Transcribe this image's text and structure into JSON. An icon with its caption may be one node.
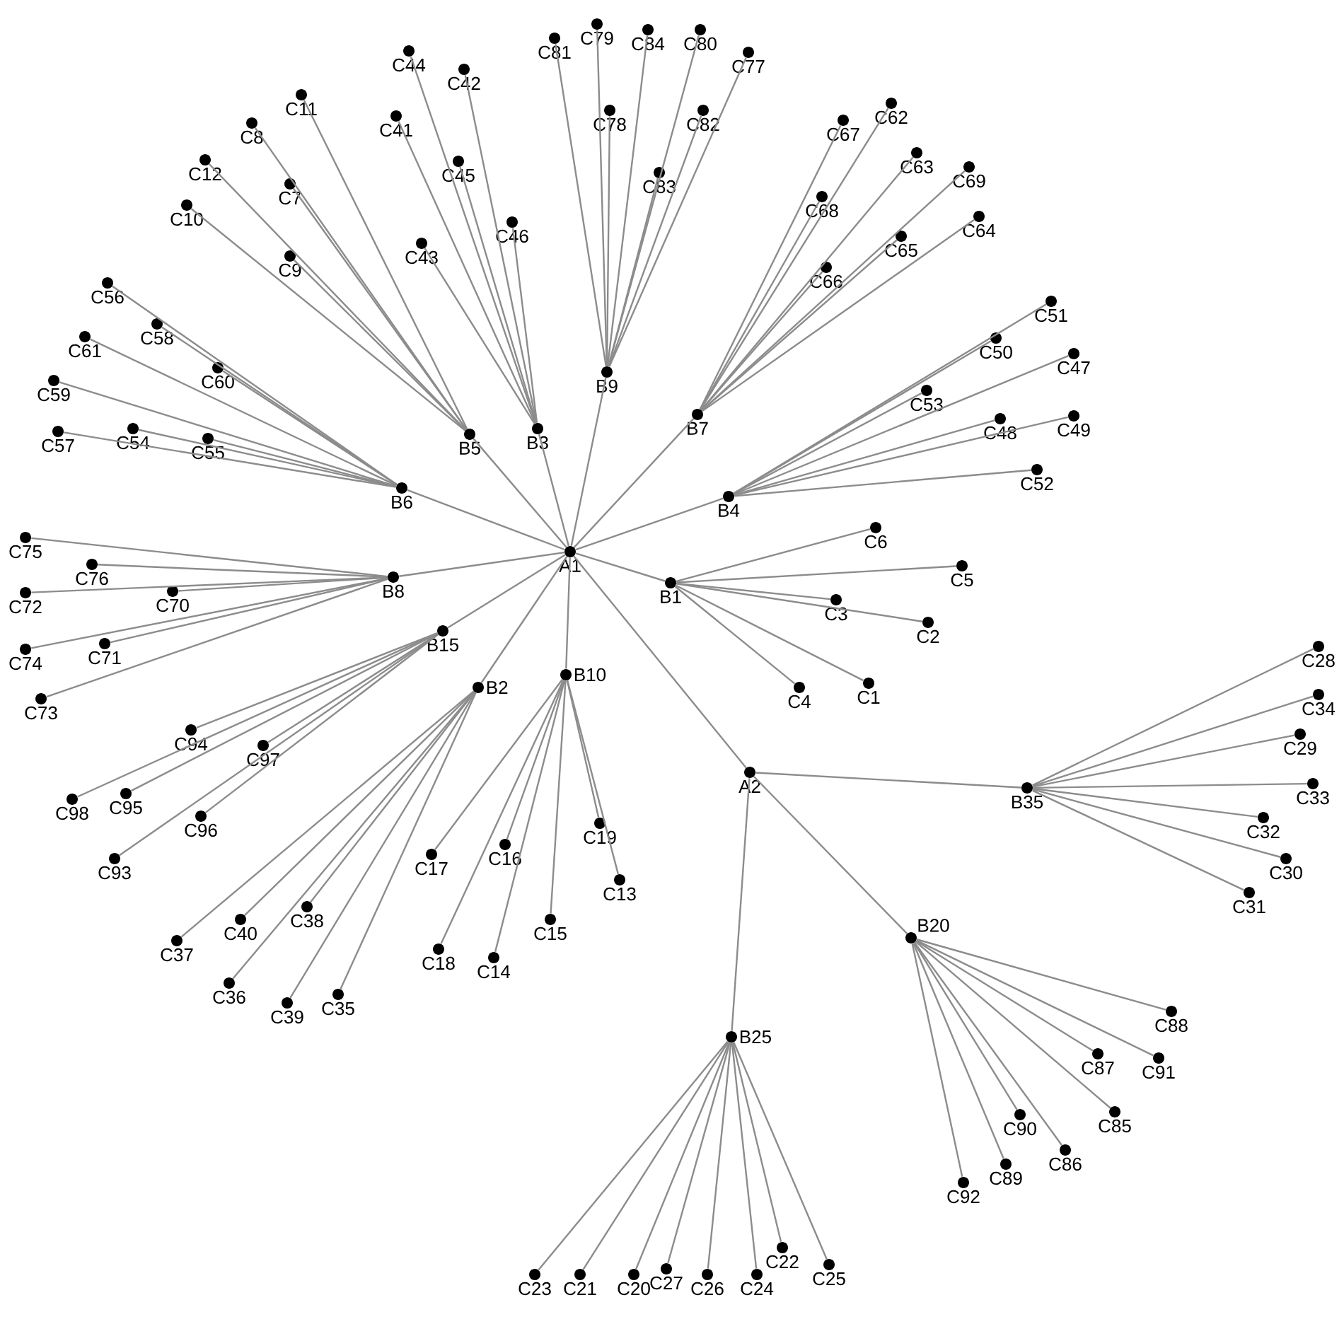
{
  "diagram": {
    "nodes": [
      {
        "text": [
          "A1"
        ]
      },
      {
        "text": [
          "A2"
        ]
      },
      {
        "text": [
          "B1"
        ]
      },
      {
        "text": [
          "B2"
        ]
      },
      {
        "text": [
          "B3"
        ]
      },
      {
        "text": [
          "B4"
        ]
      },
      {
        "text": [
          "B5"
        ]
      },
      {
        "text": [
          "B6"
        ]
      },
      {
        "text": [
          "B7"
        ]
      },
      {
        "text": [
          "B8"
        ]
      },
      {
        "text": [
          "B9"
        ]
      },
      {
        "text": [
          "B10"
        ]
      },
      {
        "text": [
          "B15"
        ]
      },
      {
        "text": [
          "B20"
        ]
      },
      {
        "text": [
          "B25"
        ]
      },
      {
        "text": [
          "B35"
        ]
      },
      {
        "text": [
          "C1"
        ]
      },
      {
        "text": [
          "C2"
        ]
      },
      {
        "text": [
          "C3"
        ]
      },
      {
        "text": [
          "C4"
        ]
      },
      {
        "text": [
          "C5"
        ]
      },
      {
        "text": [
          "C6"
        ]
      },
      {
        "text": [
          "C7"
        ]
      },
      {
        "text": [
          "C8"
        ]
      },
      {
        "text": [
          "C9"
        ]
      },
      {
        "text": [
          "C10"
        ]
      },
      {
        "text": [
          "C11"
        ]
      },
      {
        "text": [
          "C12"
        ]
      },
      {
        "text": [
          "C13"
        ]
      },
      {
        "text": [
          "C14"
        ]
      },
      {
        "text": [
          "C15"
        ]
      },
      {
        "text": [
          "C16"
        ]
      },
      {
        "text": [
          "C17"
        ]
      },
      {
        "text": [
          "C18"
        ]
      },
      {
        "text": [
          "C19"
        ]
      },
      {
        "text": [
          "C20"
        ]
      },
      {
        "text": [
          "C21"
        ]
      },
      {
        "text": [
          "C22"
        ]
      },
      {
        "text": [
          "C23"
        ]
      },
      {
        "text": [
          "C24"
        ]
      },
      {
        "text": [
          "C25"
        ]
      },
      {
        "text": [
          "C26"
        ]
      },
      {
        "text": [
          "C27"
        ]
      },
      {
        "text": [
          "C28"
        ]
      },
      {
        "text": [
          "C29"
        ]
      },
      {
        "text": [
          "C30"
        ]
      },
      {
        "text": [
          "C31"
        ]
      },
      {
        "text": [
          "C32"
        ]
      },
      {
        "text": [
          "C33"
        ]
      },
      {
        "text": [
          "C34"
        ]
      },
      {
        "text": [
          "C35"
        ]
      },
      {
        "text": [
          "C36"
        ]
      },
      {
        "text": [
          "C37"
        ]
      },
      {
        "text": [
          "C38"
        ]
      },
      {
        "text": [
          "C39"
        ]
      },
      {
        "text": [
          "C40"
        ]
      },
      {
        "text": [
          "C41"
        ]
      },
      {
        "text": [
          "C42"
        ]
      },
      {
        "text": [
          "C43"
        ]
      },
      {
        "text": [
          "C44"
        ]
      },
      {
        "text": [
          "C45"
        ]
      },
      {
        "text": [
          "C46"
        ]
      },
      {
        "text": [
          "C47"
        ]
      },
      {
        "text": [
          "C48"
        ]
      },
      {
        "text": [
          "C49"
        ]
      },
      {
        "text": [
          "C50"
        ]
      },
      {
        "text": [
          "C51"
        ]
      },
      {
        "text": [
          "C52"
        ]
      },
      {
        "text": [
          "C53"
        ]
      },
      {
        "text": [
          "C54"
        ]
      },
      {
        "text": [
          "C55"
        ]
      },
      {
        "text": [
          "C56"
        ]
      },
      {
        "text": [
          "C57"
        ]
      },
      {
        "text": [
          "C58"
        ]
      },
      {
        "text": [
          "C59"
        ]
      },
      {
        "text": [
          "C60"
        ]
      },
      {
        "text": [
          "C61"
        ]
      },
      {
        "text": [
          "C62"
        ]
      },
      {
        "text": [
          "C63"
        ]
      },
      {
        "text": [
          "C64"
        ]
      },
      {
        "text": [
          "C65"
        ]
      },
      {
        "text": [
          "C66"
        ]
      },
      {
        "text": [
          "C67"
        ]
      },
      {
        "text": [
          "C68"
        ]
      },
      {
        "text": [
          "C69"
        ]
      },
      {
        "text": [
          "C70"
        ]
      },
      {
        "text": [
          "C71"
        ]
      },
      {
        "text": [
          "C72"
        ]
      },
      {
        "text": [
          "C73"
        ]
      },
      {
        "text": [
          "C74"
        ]
      },
      {
        "text": [
          "C75"
        ]
      },
      {
        "text": [
          "C76"
        ]
      },
      {
        "text": [
          "C77"
        ]
      },
      {
        "text": [
          "C78"
        ]
      },
      {
        "text": [
          "C79"
        ]
      },
      {
        "text": [
          "C80"
        ]
      },
      {
        "text": [
          "C81"
        ]
      },
      {
        "text": [
          "C82"
        ]
      },
      {
        "text": [
          "C83"
        ]
      },
      {
        "text": [
          "C84"
        ]
      },
      {
        "text": [
          "C85"
        ]
      },
      {
        "text": [
          "C86"
        ]
      },
      {
        "text": [
          "C87"
        ]
      },
      {
        "text": [
          "C88"
        ]
      },
      {
        "text": [
          "C89"
        ]
      },
      {
        "text": [
          "C90"
        ]
      },
      {
        "text": [
          "C91"
        ]
      },
      {
        "text": [
          "C92"
        ]
      },
      {
        "text": [
          "C93"
        ]
      },
      {
        "text": [
          "C94"
        ]
      },
      {
        "text": [
          "C95"
        ]
      },
      {
        "text": [
          "C96"
        ]
      },
      {
        "text": [
          "C97"
        ]
      },
      {
        "text": [
          "C98"
        ]
      }
    ],
    "edges": [
      {
        "from": 0,
        "to": 2,
        "arrow": "none"
      },
      {
        "from": 0,
        "to": 3,
        "arrow": "none"
      },
      {
        "from": 0,
        "to": 4,
        "arrow": "none"
      },
      {
        "from": 0,
        "to": 5,
        "arrow": "none"
      },
      {
        "from": 0,
        "to": 6,
        "arrow": "none"
      },
      {
        "from": 0,
        "to": 7,
        "arrow": "none"
      },
      {
        "from": 0,
        "to": 8,
        "arrow": "none"
      },
      {
        "from": 0,
        "to": 9,
        "arrow": "none"
      },
      {
        "from": 0,
        "to": 10,
        "arrow": "none"
      },
      {
        "from": 0,
        "to": 11,
        "arrow": "none"
      },
      {
        "from": 0,
        "to": 12,
        "arrow": "none"
      },
      {
        "from": 0,
        "to": 1,
        "arrow": "none"
      },
      {
        "from": 1,
        "to": 13,
        "arrow": "none"
      },
      {
        "from": 1,
        "to": 14,
        "arrow": "none"
      },
      {
        "from": 1,
        "to": 15,
        "arrow": "none"
      },
      {
        "from": 2,
        "to": 16,
        "arrow": "none"
      },
      {
        "from": 2,
        "to": 17,
        "arrow": "none"
      },
      {
        "from": 2,
        "to": 18,
        "arrow": "none"
      },
      {
        "from": 2,
        "to": 19,
        "arrow": "none"
      },
      {
        "from": 2,
        "to": 20,
        "arrow": "none"
      },
      {
        "from": 2,
        "to": 21,
        "arrow": "none"
      },
      {
        "from": 6,
        "to": 22,
        "arrow": "none"
      },
      {
        "from": 6,
        "to": 23,
        "arrow": "none"
      },
      {
        "from": 6,
        "to": 24,
        "arrow": "none"
      },
      {
        "from": 6,
        "to": 25,
        "arrow": "none"
      },
      {
        "from": 6,
        "to": 26,
        "arrow": "none"
      },
      {
        "from": 6,
        "to": 27,
        "arrow": "none"
      },
      {
        "from": 11,
        "to": 28,
        "arrow": "none"
      },
      {
        "from": 11,
        "to": 29,
        "arrow": "none"
      },
      {
        "from": 11,
        "to": 30,
        "arrow": "none"
      },
      {
        "from": 11,
        "to": 31,
        "arrow": "none"
      },
      {
        "from": 11,
        "to": 32,
        "arrow": "none"
      },
      {
        "from": 11,
        "to": 33,
        "arrow": "none"
      },
      {
        "from": 11,
        "to": 34,
        "arrow": "none"
      },
      {
        "from": 14,
        "to": 35,
        "arrow": "none"
      },
      {
        "from": 14,
        "to": 36,
        "arrow": "none"
      },
      {
        "from": 14,
        "to": 37,
        "arrow": "none"
      },
      {
        "from": 14,
        "to": 38,
        "arrow": "none"
      },
      {
        "from": 14,
        "to": 39,
        "arrow": "none"
      },
      {
        "from": 14,
        "to": 40,
        "arrow": "none"
      },
      {
        "from": 14,
        "to": 41,
        "arrow": "none"
      },
      {
        "from": 14,
        "to": 42,
        "arrow": "none"
      },
      {
        "from": 15,
        "to": 43,
        "arrow": "none"
      },
      {
        "from": 15,
        "to": 44,
        "arrow": "none"
      },
      {
        "from": 15,
        "to": 45,
        "arrow": "none"
      },
      {
        "from": 15,
        "to": 46,
        "arrow": "none"
      },
      {
        "from": 15,
        "to": 47,
        "arrow": "none"
      },
      {
        "from": 15,
        "to": 48,
        "arrow": "none"
      },
      {
        "from": 15,
        "to": 49,
        "arrow": "none"
      },
      {
        "from": 3,
        "to": 50,
        "arrow": "none"
      },
      {
        "from": 3,
        "to": 51,
        "arrow": "none"
      },
      {
        "from": 3,
        "to": 52,
        "arrow": "none"
      },
      {
        "from": 3,
        "to": 53,
        "arrow": "none"
      },
      {
        "from": 3,
        "to": 54,
        "arrow": "none"
      },
      {
        "from": 3,
        "to": 55,
        "arrow": "none"
      },
      {
        "from": 4,
        "to": 56,
        "arrow": "none"
      },
      {
        "from": 4,
        "to": 57,
        "arrow": "none"
      },
      {
        "from": 4,
        "to": 58,
        "arrow": "none"
      },
      {
        "from": 4,
        "to": 59,
        "arrow": "none"
      },
      {
        "from": 4,
        "to": 60,
        "arrow": "none"
      },
      {
        "from": 4,
        "to": 61,
        "arrow": "none"
      },
      {
        "from": 5,
        "to": 62,
        "arrow": "none"
      },
      {
        "from": 5,
        "to": 63,
        "arrow": "none"
      },
      {
        "from": 5,
        "to": 64,
        "arrow": "none"
      },
      {
        "from": 5,
        "to": 65,
        "arrow": "none"
      },
      {
        "from": 5,
        "to": 66,
        "arrow": "none"
      },
      {
        "from": 5,
        "to": 67,
        "arrow": "none"
      },
      {
        "from": 5,
        "to": 68,
        "arrow": "none"
      },
      {
        "from": 7,
        "to": 69,
        "arrow": "none"
      },
      {
        "from": 7,
        "to": 70,
        "arrow": "none"
      },
      {
        "from": 7,
        "to": 71,
        "arrow": "none"
      },
      {
        "from": 7,
        "to": 72,
        "arrow": "none"
      },
      {
        "from": 7,
        "to": 73,
        "arrow": "none"
      },
      {
        "from": 7,
        "to": 74,
        "arrow": "none"
      },
      {
        "from": 7,
        "to": 75,
        "arrow": "none"
      },
      {
        "from": 7,
        "to": 76,
        "arrow": "none"
      },
      {
        "from": 8,
        "to": 77,
        "arrow": "none"
      },
      {
        "from": 8,
        "to": 78,
        "arrow": "none"
      },
      {
        "from": 8,
        "to": 79,
        "arrow": "none"
      },
      {
        "from": 8,
        "to": 80,
        "arrow": "none"
      },
      {
        "from": 8,
        "to": 81,
        "arrow": "none"
      },
      {
        "from": 8,
        "to": 82,
        "arrow": "none"
      },
      {
        "from": 8,
        "to": 83,
        "arrow": "none"
      },
      {
        "from": 8,
        "to": 84,
        "arrow": "none"
      },
      {
        "from": 9,
        "to": 85,
        "arrow": "none"
      },
      {
        "from": 9,
        "to": 86,
        "arrow": "none"
      },
      {
        "from": 9,
        "to": 87,
        "arrow": "none"
      },
      {
        "from": 9,
        "to": 88,
        "arrow": "none"
      },
      {
        "from": 9,
        "to": 89,
        "arrow": "none"
      },
      {
        "from": 9,
        "to": 90,
        "arrow": "none"
      },
      {
        "from": 9,
        "to": 91,
        "arrow": "none"
      },
      {
        "from": 10,
        "to": 92,
        "arrow": "none"
      },
      {
        "from": 10,
        "to": 93,
        "arrow": "none"
      },
      {
        "from": 10,
        "to": 94,
        "arrow": "none"
      },
      {
        "from": 10,
        "to": 95,
        "arrow": "none"
      },
      {
        "from": 10,
        "to": 96,
        "arrow": "none"
      },
      {
        "from": 10,
        "to": 97,
        "arrow": "none"
      },
      {
        "from": 10,
        "to": 98,
        "arrow": "none"
      },
      {
        "from": 10,
        "to": 99,
        "arrow": "none"
      },
      {
        "from": 13,
        "to": 100,
        "arrow": "none"
      },
      {
        "from": 13,
        "to": 101,
        "arrow": "none"
      },
      {
        "from": 13,
        "to": 102,
        "arrow": "none"
      },
      {
        "from": 13,
        "to": 103,
        "arrow": "none"
      },
      {
        "from": 13,
        "to": 104,
        "arrow": "none"
      },
      {
        "from": 13,
        "to": 105,
        "arrow": "none"
      },
      {
        "from": 13,
        "to": 106,
        "arrow": "none"
      },
      {
        "from": 13,
        "to": 107,
        "arrow": "none"
      },
      {
        "from": 12,
        "to": 108,
        "arrow": "none"
      },
      {
        "from": 12,
        "to": 109,
        "arrow": "none"
      },
      {
        "from": 12,
        "to": 110,
        "arrow": "none"
      },
      {
        "from": 12,
        "to": 111,
        "arrow": "none"
      },
      {
        "from": 12,
        "to": 112,
        "arrow": "none"
      },
      {
        "from": 12,
        "to": 113,
        "arrow": "none"
      }
    ]
  }
}
